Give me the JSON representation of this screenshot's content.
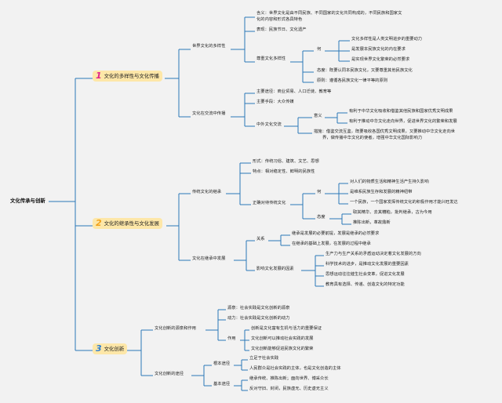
{
  "colors": {
    "line": "#2b78b8",
    "box": "#fde7a8",
    "n1": "#e0218a",
    "n2": "#f2a21b",
    "n3": "#2f7fd1"
  },
  "root": "文化传承与创新",
  "m1": {
    "num": "1",
    "label": "文化的多样性与文化传播"
  },
  "m2": {
    "num": "2",
    "label": "文化的继承性与文化发展"
  },
  "m3": {
    "num": "3",
    "label": "文化创新"
  },
  "s1": {
    "a": "世界文化的多样性",
    "a1": "含义：世界文化是由不同民族、不同国家的文化共同构成的，不同民族和国家文",
    "a1b": "化的内容和形式各具特色",
    "a2": "表现：民族节日、文化遗产",
    "a3": "尊重文化多样性",
    "why": "何",
    "w1": "文化多样性是人类文明进步的重要动力",
    "w2": "是发展本民族文化的内在要求",
    "w3": "是实现世界文化繁荣的必然要求",
    "att": "态度：既要认同本民族文化，又要尊重其他民族文化",
    "pr": "原则：遵循各民族文化一律平等的原则",
    "b": "文化在交流中传播",
    "b1": "主要途径：商业贸易、人口迁徙、教育等",
    "b2": "主要手段：大众传媒",
    "b3": "中外文化交流",
    "mean": "意义",
    "m_1": "有利于中华文化吸收和借鉴其他民族和国家优秀文明成果",
    "m_2": "有利于推动中华文化走向世界，促进世界文化的繁荣和发展",
    "cuo": "措施：借鉴交流互鉴，既要吸收各国优秀文明成果，又要推动中华文化走向世",
    "cuo2": "界，做传播中华文化的使者，增强中华文化国际影响力"
  },
  "s2": {
    "a": "传统文化的继承",
    "a1": "形式：传统习俗、建筑、文艺、思想",
    "a2": "特点：相对稳定性、鲜明的民族性",
    "a3": "正确对待传统文化",
    "why": "何",
    "w1": "对人们的物质生活和精神生活产生持久影响",
    "w2": "是维系民族生存和发展的精神纽带",
    "w3": "一个民族，一个国家发挥传统文化的积极作用才能兴旺发达",
    "att": "态度",
    "t1": "取其精华、去其糟粕，批判继承，古为今用",
    "t2": "推陈出新，革故鼎新",
    "b": "文化在继承中发展",
    "rel": "关系",
    "r1": "继承是发展的必要前提，发展是继承的必然要求",
    "r2": "在继承的基础上发展，在发展的过程中继承",
    "fac": "影响文化发展的因素",
    "f1": "生产力与生产关系的矛盾运动决定着文化发展的方向",
    "f2": "科学技术的进步，是推动文化发展的重要因素",
    "f3": "思想运动往往催生社会变革，促进文化发展",
    "f4": "教育具有选择、传递、创造文化的特定功能"
  },
  "s3": {
    "a": "文化创新的源泉和作用",
    "a1": "源泉：社会实践是文化创新的源泉",
    "a2": "动力：社会实践是文化创新的动力",
    "a3": "作用",
    "z1": "创新是文化富有生机与活力的重要保证",
    "z2": "文化创新可以推动社会实践的发展",
    "z3": "文化创新能够促进民族文化的繁荣",
    "b": "文化创新的途径",
    "b1": "根本途径",
    "g1": "立足于社会实践",
    "g2": "人民群众是社会实践的主体，也是文化创造的主体",
    "b2": "基本途径",
    "j1": "继承传统、推陈出新；面向世界、博采众长",
    "j2": "反对守旧、封闭，民族虚无、历史虚无主义"
  }
}
